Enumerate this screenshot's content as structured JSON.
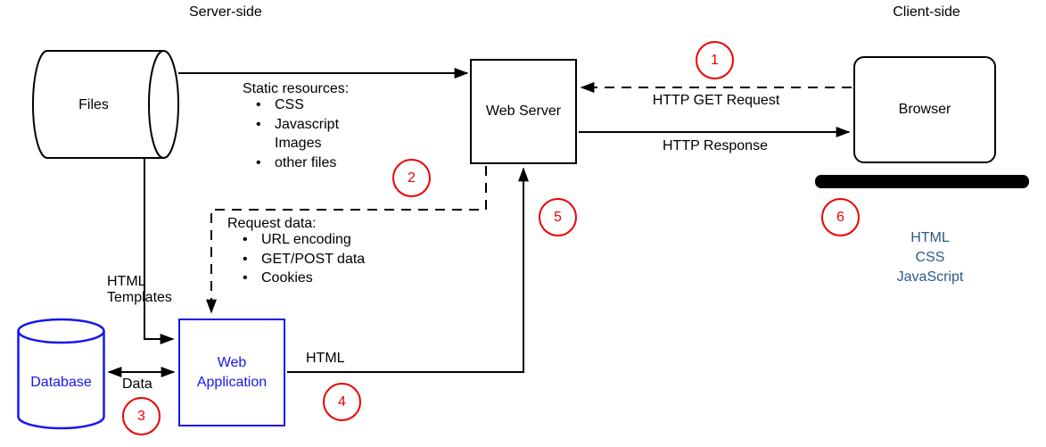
{
  "regions": {
    "server_side": "Server-side",
    "client_side": "Client-side"
  },
  "nodes": {
    "files": "Files",
    "web_server": "Web Server",
    "browser": "Browser",
    "database": "Database",
    "web_application": {
      "line1": "Web",
      "line2": "Application"
    }
  },
  "edges": {
    "http_get_request": "HTTP GET Request",
    "http_response": "HTTP Response",
    "html_templates": {
      "line1": "HTML",
      "line2": "Templates"
    },
    "data": "Data",
    "html": "HTML"
  },
  "static_resources": {
    "title": "Static resources:",
    "bullet_glyph": "•",
    "items": [
      {
        "text": "CSS",
        "bulleted": true
      },
      {
        "text": "Javascript",
        "bulleted": true
      },
      {
        "text": "Images",
        "bulleted": false
      },
      {
        "text": "other files",
        "bulleted": true
      }
    ]
  },
  "request_data": {
    "title": "Request data:",
    "bullet_glyph": "•",
    "items": [
      {
        "text": "URL encoding",
        "bulleted": true
      },
      {
        "text": "GET/POST data",
        "bulleted": true
      },
      {
        "text": "Cookies",
        "bulleted": true
      }
    ]
  },
  "client_tech": {
    "lines": [
      "HTML",
      "CSS",
      "JavaScript"
    ]
  },
  "steps": [
    "1",
    "2",
    "3",
    "4",
    "5",
    "6"
  ],
  "colors": {
    "line_black": "#000000",
    "shape_blue": "#1616ef",
    "step_red": "#ee0000",
    "tech_steel_blue": "#2d5b8a"
  }
}
